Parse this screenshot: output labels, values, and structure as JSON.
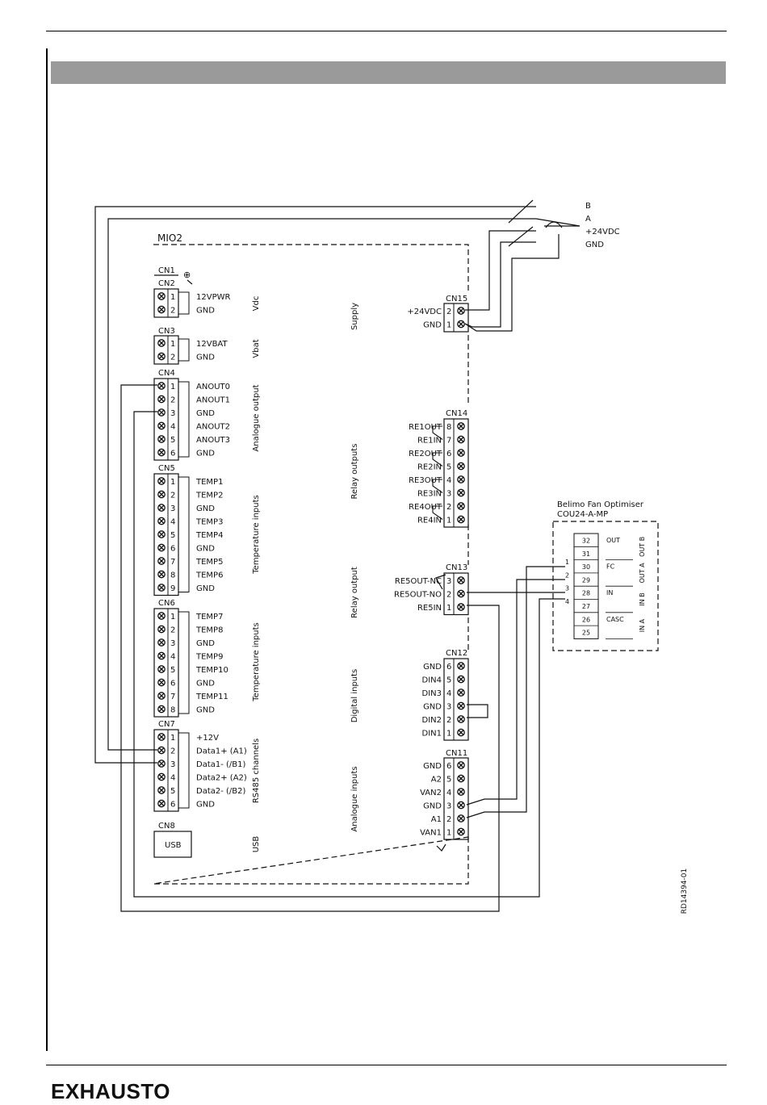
{
  "brand": {
    "logo_text": "EXHAUSTO"
  },
  "diagram": {
    "board_title": "MIO2",
    "drawing_ref": "RD14394-01",
    "bus_labels": [
      "B",
      "A",
      "+24VDC",
      "GND"
    ],
    "ground_symbol": "⊕",
    "left_connectors": [
      {
        "name": "CN1",
        "pins": []
      },
      {
        "name": "CN2",
        "pins": [
          "1",
          "2"
        ],
        "signals": [
          "12VPWR",
          "GND"
        ],
        "group": "Vdc"
      },
      {
        "name": "CN3",
        "pins": [
          "1",
          "2"
        ],
        "signals": [
          "12VBAT",
          "GND"
        ],
        "group": "Vbat"
      },
      {
        "name": "CN4",
        "pins": [
          "1",
          "2",
          "3",
          "4",
          "5",
          "6"
        ],
        "signals": [
          "ANOUT0",
          "ANOUT1",
          "GND",
          "ANOUT2",
          "ANOUT3",
          "GND"
        ],
        "group": "Analogue output"
      },
      {
        "name": "CN5",
        "pins": [
          "1",
          "2",
          "3",
          "4",
          "5",
          "6",
          "7",
          "8",
          "9"
        ],
        "signals": [
          "TEMP1",
          "TEMP2",
          "GND",
          "TEMP3",
          "TEMP4",
          "GND",
          "TEMP5",
          "TEMP6",
          "GND"
        ],
        "group": "Temperature inputs"
      },
      {
        "name": "CN6",
        "pins": [
          "1",
          "2",
          "3",
          "4",
          "5",
          "6",
          "7",
          "8"
        ],
        "signals": [
          "TEMP7",
          "TEMP8",
          "GND",
          "TEMP9",
          "TEMP10",
          "GND",
          "TEMP11",
          "GND"
        ],
        "group": "Temperature inputs"
      },
      {
        "name": "CN7",
        "pins": [
          "1",
          "2",
          "3",
          "4",
          "5",
          "6"
        ],
        "signals": [
          "+12V",
          "Data1+ (A1)",
          "Data1- (/B1)",
          "Data2+ (A2)",
          "Data2- (/B2)",
          "GND"
        ],
        "group": "RS485 channels"
      },
      {
        "name": "CN8",
        "pins": [],
        "box_label": "USB",
        "group": "USB"
      }
    ],
    "right_connectors": [
      {
        "name": "CN15",
        "pins": [
          "2",
          "1"
        ],
        "signals": [
          "+24VDC",
          "GND"
        ],
        "group": "Supply"
      },
      {
        "name": "CN14",
        "pins": [
          "8",
          "7",
          "6",
          "5",
          "4",
          "3",
          "2",
          "1"
        ],
        "signals": [
          "RE1OUT",
          "RE1IN",
          "RE2OUT",
          "RE2IN",
          "RE3OUT",
          "RE3IN",
          "RE4OUT",
          "RE4IN"
        ],
        "group": "Relay outputs"
      },
      {
        "name": "CN13",
        "pins": [
          "3",
          "2",
          "1"
        ],
        "signals": [
          "RE5OUT-NC",
          "RE5OUT-NO",
          "RE5IN"
        ],
        "group": "Relay output"
      },
      {
        "name": "CN12",
        "pins": [
          "6",
          "5",
          "4",
          "3",
          "2",
          "1"
        ],
        "signals": [
          "GND",
          "DIN4",
          "DIN3",
          "GND",
          "DIN2",
          "DIN1"
        ],
        "group": "Digital inputs"
      },
      {
        "name": "CN11",
        "pins": [
          "6",
          "5",
          "4",
          "3",
          "2",
          "1"
        ],
        "signals": [
          "GND",
          "A2",
          "VAN2",
          "GND",
          "A1",
          "VAN1"
        ],
        "group": "Analogue inputs"
      }
    ],
    "belimo": {
      "title": "Belimo Fan Optimiser",
      "model": "COU24-A-MP",
      "terminals": [
        "32",
        "31",
        "30",
        "29",
        "28",
        "27",
        "26",
        "25"
      ],
      "functions": [
        "OUT",
        "FC",
        "IN",
        "CASC"
      ],
      "side_labels": [
        "OUT B",
        "OUT A",
        "IN B",
        "IN A"
      ],
      "wire_numbers": [
        "1",
        "2",
        "3",
        "4"
      ]
    }
  }
}
